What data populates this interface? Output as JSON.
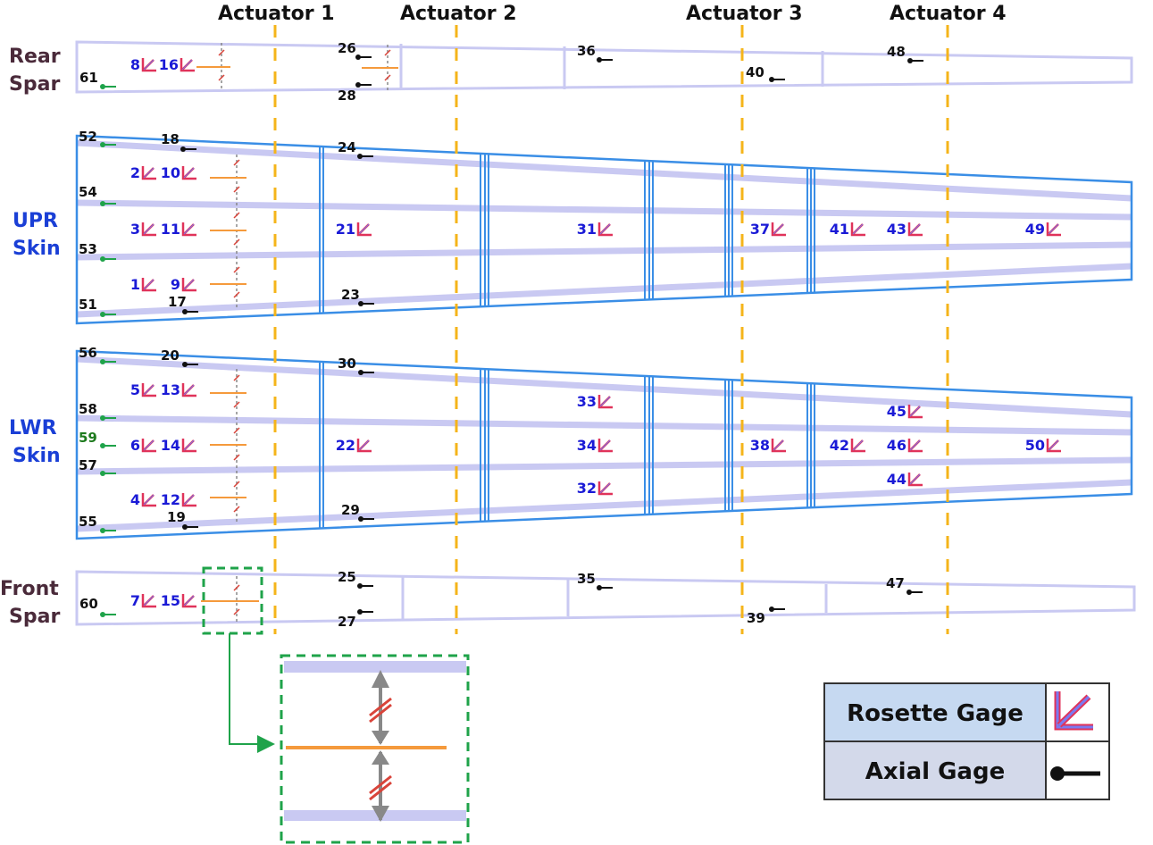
{
  "title": "Strain gage layout on wing spars and skins",
  "colors": {
    "actuator_line": "#f5b41a",
    "skin_outline": "#3a8ee6",
    "stringer": "#c9c9f2",
    "spar_outline": "#c9c9f2",
    "rosette_red": "#e0335a",
    "rosette_fill": "#7a7af0",
    "axial_black": "#111111",
    "axial_green": "#1fa34a",
    "detail_box": "#1fa34a",
    "orange_line": "#f59a3c",
    "legend_row1_bg": "#c6d9f1",
    "legend_row2_bg": "#d3d9ea",
    "rear_spar_label": "#4a2a3a",
    "skin_label": "#1a3fd6",
    "front_spar_label": "#4a2a3a"
  },
  "actuators": [
    {
      "label": "Actuator 1"
    },
    {
      "label": "Actuator 2"
    },
    {
      "label": "Actuator 3"
    },
    {
      "label": "Actuator 4"
    }
  ],
  "sections": {
    "rear_spar": {
      "line1": "Rear",
      "line2": "Spar"
    },
    "upper_skin": {
      "line1": "UPR",
      "line2": "Skin"
    },
    "lower_skin": {
      "line1": "LWR",
      "line2": "Skin"
    },
    "front_spar": {
      "line1": "Front",
      "line2": "Spar"
    }
  },
  "gages": {
    "rear_spar": {
      "rosette": [
        "8",
        "16"
      ],
      "axial": [
        "61",
        "26",
        "28",
        "36",
        "40",
        "48"
      ]
    },
    "upper_skin": {
      "rosette": [
        "2",
        "10",
        "3",
        "11",
        "1",
        "9",
        "21",
        "31",
        "37",
        "41",
        "43",
        "49"
      ],
      "axial": [
        "52",
        "18",
        "54",
        "53",
        "51",
        "17",
        "24",
        "23"
      ]
    },
    "lower_skin": {
      "rosette": [
        "5",
        "13",
        "6",
        "14",
        "4",
        "12",
        "22",
        "33",
        "34",
        "32",
        "38",
        "42",
        "45",
        "46",
        "44",
        "50"
      ],
      "axial": [
        "56",
        "20",
        "58",
        "59",
        "57",
        "55",
        "19",
        "30",
        "29"
      ]
    },
    "front_spar": {
      "rosette": [
        "7",
        "15"
      ],
      "axial": [
        "60",
        "25",
        "27",
        "35",
        "39",
        "47"
      ]
    }
  },
  "legend": {
    "rosette_label": "Rosette Gage",
    "axial_label": "Axial Gage"
  }
}
